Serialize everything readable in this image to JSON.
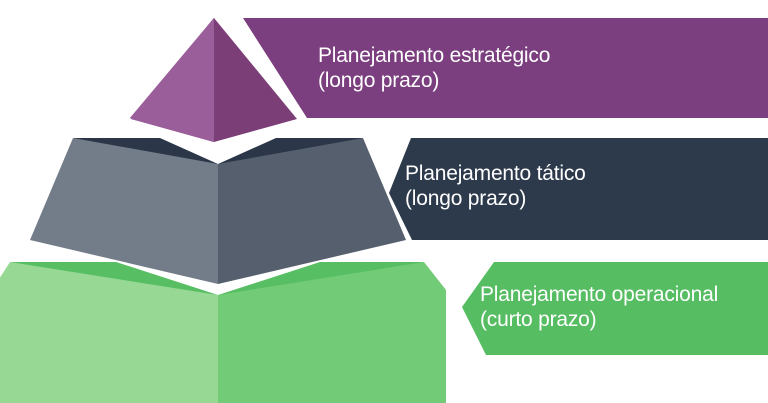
{
  "diagram": {
    "type": "pyramid",
    "orientation": "3d-left-pyramid-with-right-banners",
    "background_color": "#ffffff",
    "levels": [
      {
        "id": "strategic",
        "rank": 1,
        "position": "top",
        "label_line1": "Planejamento estratégico",
        "label_line2": "(longo prazo)",
        "horizon": "longo prazo",
        "banner_color": "#7B3E7E",
        "solid_left_face_color": "#9A5E9B",
        "solid_right_face_color": "#7B3E77",
        "text_color": "#ffffff"
      },
      {
        "id": "tactical",
        "rank": 2,
        "position": "middle",
        "label_line1": "Planejamento tático",
        "label_line2": "(longo prazo)",
        "horizon": "longo prazo",
        "banner_color": "#2D3A4C",
        "solid_left_face_color": "#737C89",
        "solid_right_face_color": "#555F6E",
        "solid_top_rim_color": "#2B3748",
        "text_color": "#ffffff"
      },
      {
        "id": "operational",
        "rank": 3,
        "position": "bottom",
        "label_line1": "Planejamento operacional",
        "label_line2": "(curto prazo)",
        "horizon": "curto prazo",
        "banner_color": "#56BD63",
        "solid_left_face_color": "#96D894",
        "solid_right_face_color": "#72CB76",
        "solid_top_rim_color": "#57BE63",
        "text_color": "#ffffff"
      }
    ]
  }
}
